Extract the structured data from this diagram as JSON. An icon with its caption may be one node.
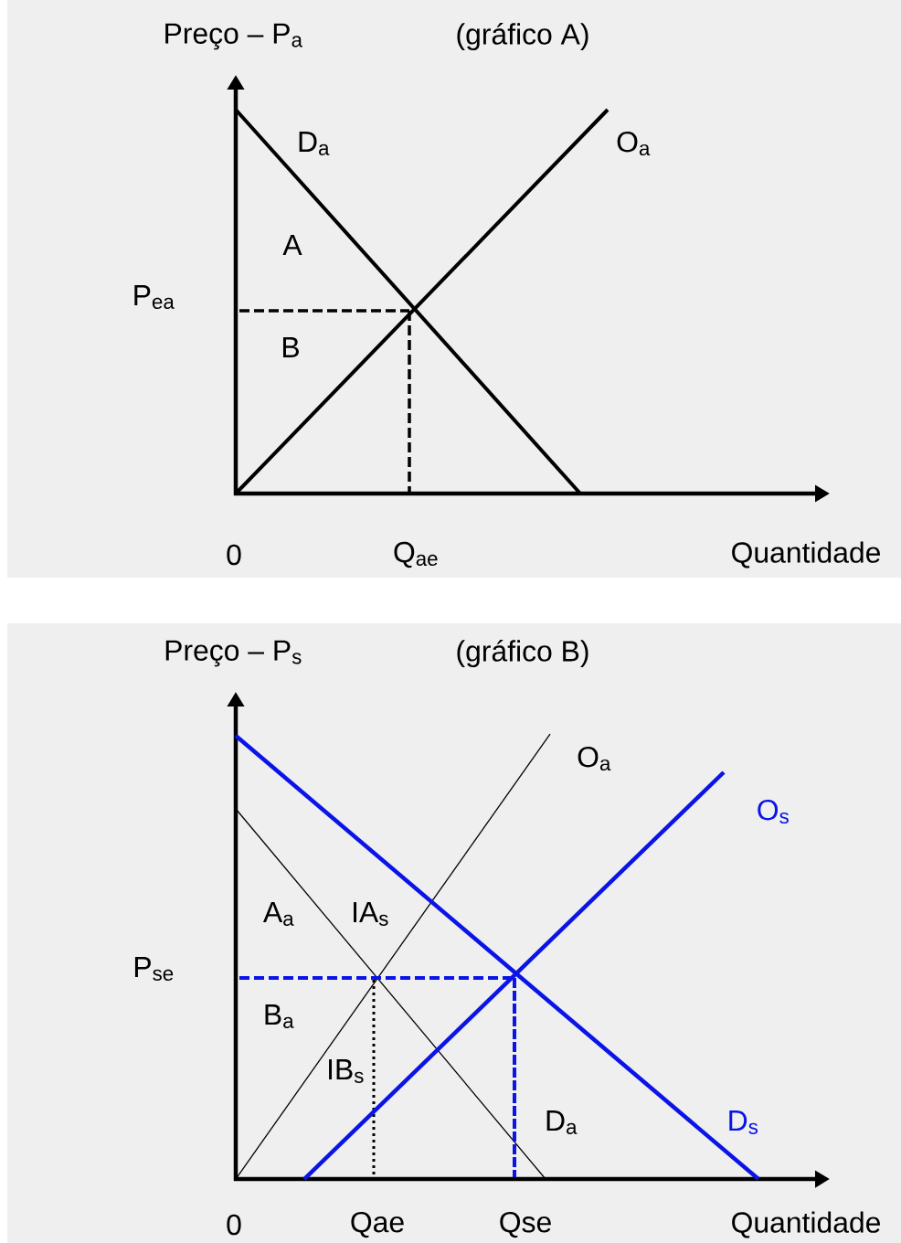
{
  "diagram": {
    "labels": [
      "Preço – P$_{a}$",
      "(gráfico A)",
      "D$_{a}$",
      "O$_{a}$",
      "A",
      "P$_{ea}$",
      "B",
      "0",
      "Q$_{ae}$",
      "Quantidade",
      "Preço – P$_{s}$",
      "(gráfico B)",
      "O$_{a}$",
      "O$_{s}$",
      "A$_{a}$",
      "IA$_{s}$",
      "P$_{se}$",
      "B$_{a}$",
      "IB$_{s}$",
      "D$_{a}$",
      "D$_{s}$",
      "0",
      "Qae",
      "Qse",
      "Quantidade"
    ]
  }
}
